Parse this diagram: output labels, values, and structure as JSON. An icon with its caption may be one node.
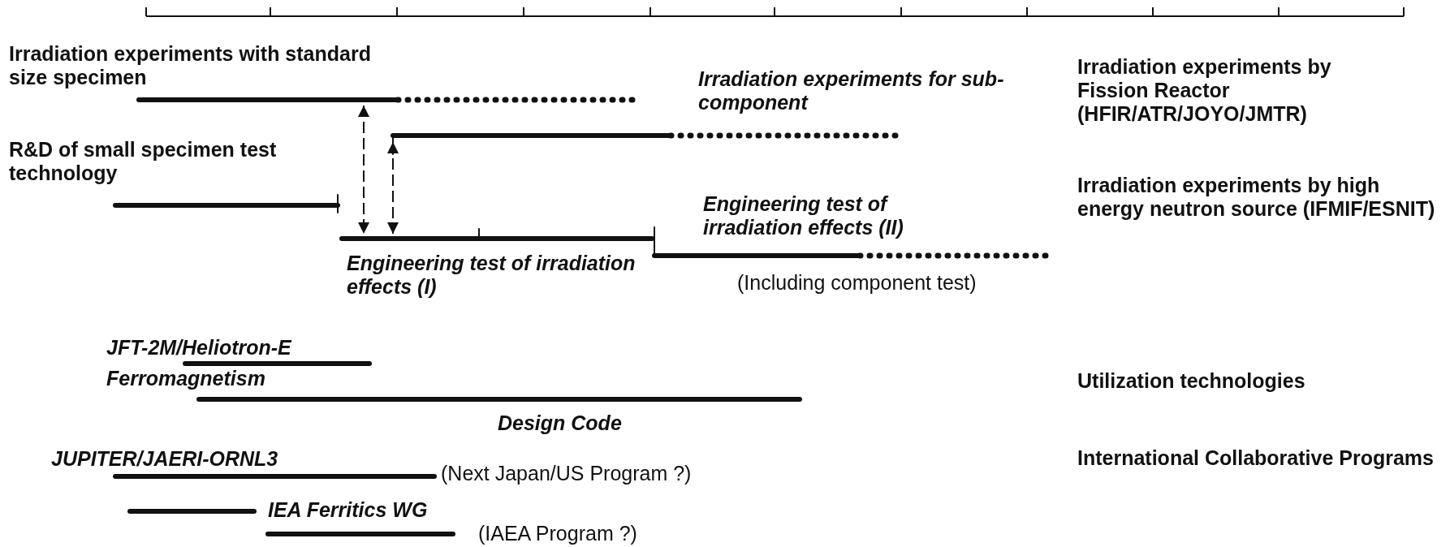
{
  "diagram": {
    "nodes": [
      {
        "text": [
          "Irradiation experiments with standard size specimen"
        ]
      },
      {
        "text": [
          "Irradiation experiments for sub-component"
        ]
      },
      {
        "text": [
          "Engineering test of irradiation effects (I)"
        ]
      }
    ],
    "edges": [
      {
        "from": 0,
        "to": 2,
        "arrow": "both",
        "style": "dashed"
      },
      {
        "from": 1,
        "to": 2,
        "arrow": "both",
        "style": "dashed"
      }
    ],
    "labels": [
      "Irradiation experiments by Fission Reactor (HFIR/ATR/JOYO/JMTR)",
      "R&D of small specimen test technology",
      "Irradiation experiments by high energy neutron source (IFMIF/ESNIT)",
      "Engineering test of irradiation effects (II)",
      "(Including component test)",
      "JFT-2M/Heliotron-E",
      "Ferromagnetism",
      "Utilization technologies",
      "Design Code",
      "JUPITER/JAERI-ORNL3",
      "(Next Japan/US Program ?)",
      "International Collaborative Programs",
      "IEA Ferritics WG",
      "(IAEA Program ?)"
    ]
  }
}
